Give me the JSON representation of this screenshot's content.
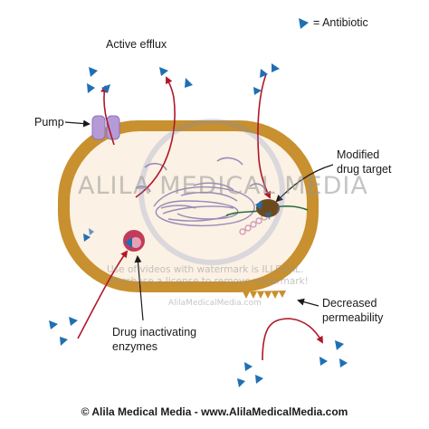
{
  "legend": {
    "label": "= Antibiotic",
    "icon": "triangle-icon"
  },
  "labels": {
    "active_efflux": "Active efflux",
    "pump": "Pump",
    "modified_target_1": "Modified",
    "modified_target_2": "drug target",
    "inactivating_1": "Drug inactivating",
    "inactivating_2": "enzymes",
    "permeability_1": "Decreased",
    "permeability_2": "permeability"
  },
  "watermark": {
    "brand": "ALILA MEDICAL MEDIA",
    "line1": "Use of videos with watermark is ILLEGAL.",
    "line2": "Purchase a license to remove watermark!",
    "site": "AlilaMedicalMedia.com"
  },
  "footer": "© Alila Medical Media - www.AlilaMedicalMedia.com",
  "colors": {
    "cell_wall": "#c8902e",
    "cytoplasm": "#fbf1e4",
    "antibiotic": "#1f6fb5",
    "arrow": "#b0172a",
    "pump": "#b59ad8",
    "enzyme": "#c23b5a",
    "target": "#6b4a1e",
    "dna": "#9b8ab8"
  }
}
